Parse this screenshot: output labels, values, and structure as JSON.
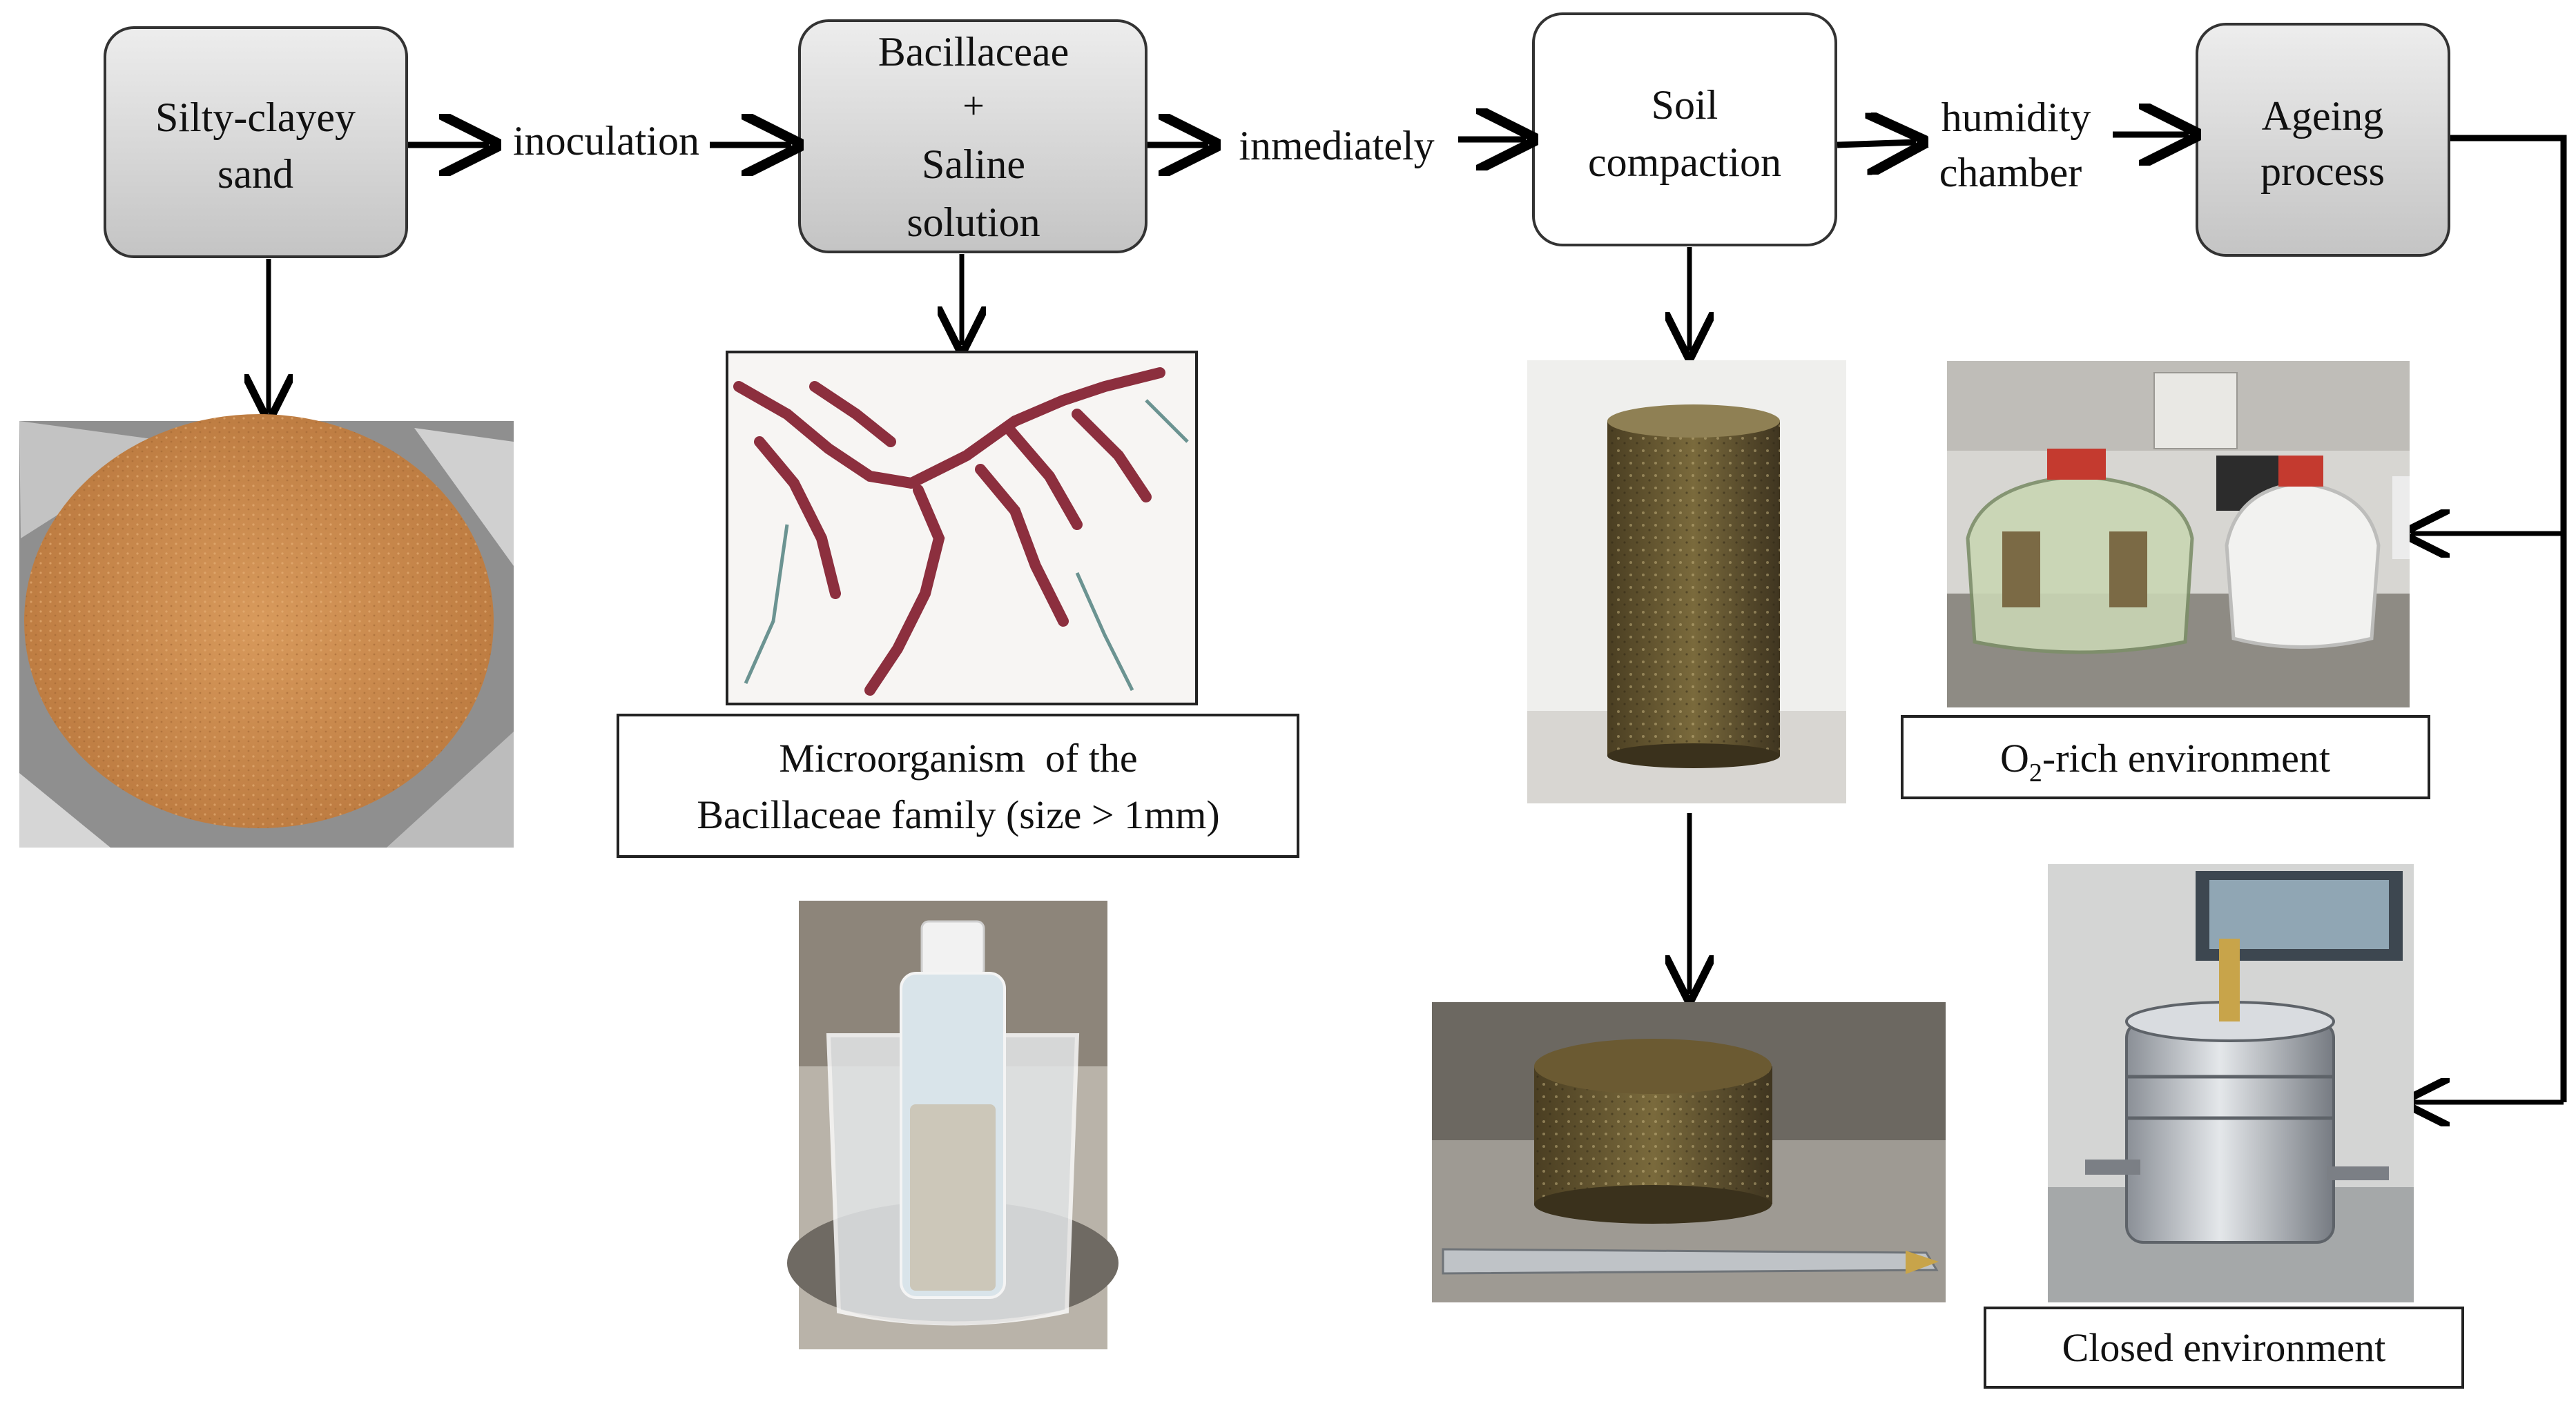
{
  "nodes": {
    "sand": {
      "lines": [
        "Silty-clayey",
        "sand"
      ]
    },
    "bacillaceae": {
      "lines": [
        "Bacillaceae",
        "+",
        "Saline",
        "solution"
      ]
    },
    "compaction": {
      "lines": [
        "Soil",
        "compaction"
      ]
    },
    "ageing": {
      "lines": [
        "Ageing",
        "process"
      ]
    }
  },
  "edge_labels": {
    "inoculation": "inoculation",
    "immediately": "inmediately",
    "humidity": [
      "humidity",
      "chamber"
    ]
  },
  "captions": {
    "microorganism": [
      "Microorganism  of the",
      "Bacillaceae family (size > 1mm)"
    ],
    "o2_prefix": "O",
    "o2_sub": "2",
    "o2_suffix": "-rich environment",
    "closed": "Closed environment"
  },
  "photos": {
    "sand": "sand-photo",
    "microscope": "microorganism-micrograph",
    "beaker": "bottle-in-beaker-photo",
    "cylinder": "compacted-soil-cylinder-photo",
    "disc": "compacted-soil-disc-photo",
    "desiccator": "desiccator-photo",
    "cell": "steel-cell-photo"
  },
  "colors": {
    "grey_box_top": "#e6e6e6",
    "grey_box_bottom": "#c9c9c9",
    "sand": "#c98a4e",
    "bacteria": "#8c2f3e",
    "soil": "#6b5a32"
  }
}
